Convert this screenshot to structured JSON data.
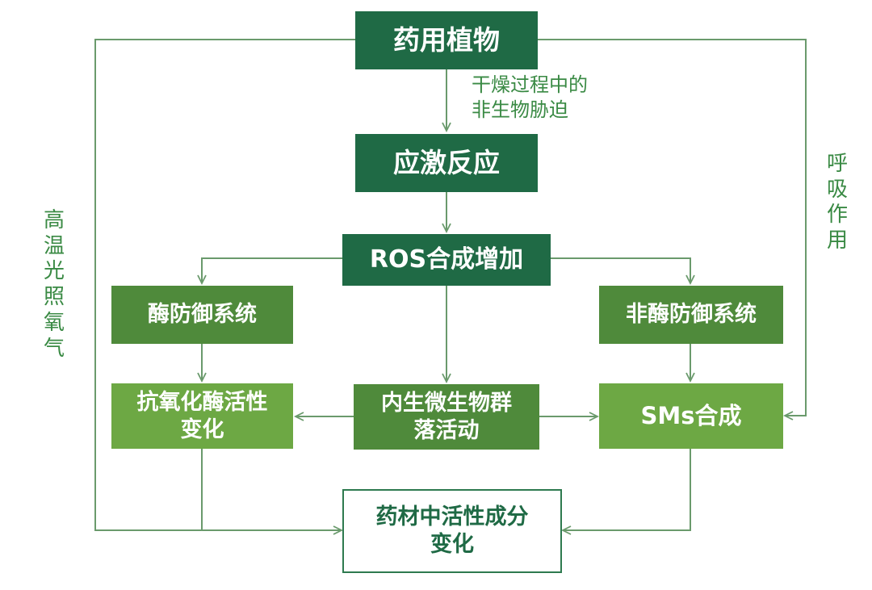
{
  "nodes": {
    "plant": "药用植物",
    "stress": "应激反应",
    "ros": "ROS合成增加",
    "enzyme_defense": "酶防御系统",
    "nonenzyme_defense": "非酶防御系统",
    "antioxidant_line1": "抗氧化酶活性",
    "antioxidant_line2": "变化",
    "endophyte_line1": "内生微生物群",
    "endophyte_line2": "落活动",
    "sms": "SMs合成",
    "active_line1": "药材中活性成分",
    "active_line2": "变化"
  },
  "labels": {
    "drying_line1": "干燥过程中的",
    "drying_line2": "非生物胁迫",
    "respiration": "呼吸作用",
    "left_factors": "高温 光照 氧气"
  },
  "colors": {
    "dark": "#1f6a45",
    "mid": "#4f8a3b",
    "light": "#6da844",
    "line": "#6a9a6c",
    "text": "#3a8a44"
  }
}
